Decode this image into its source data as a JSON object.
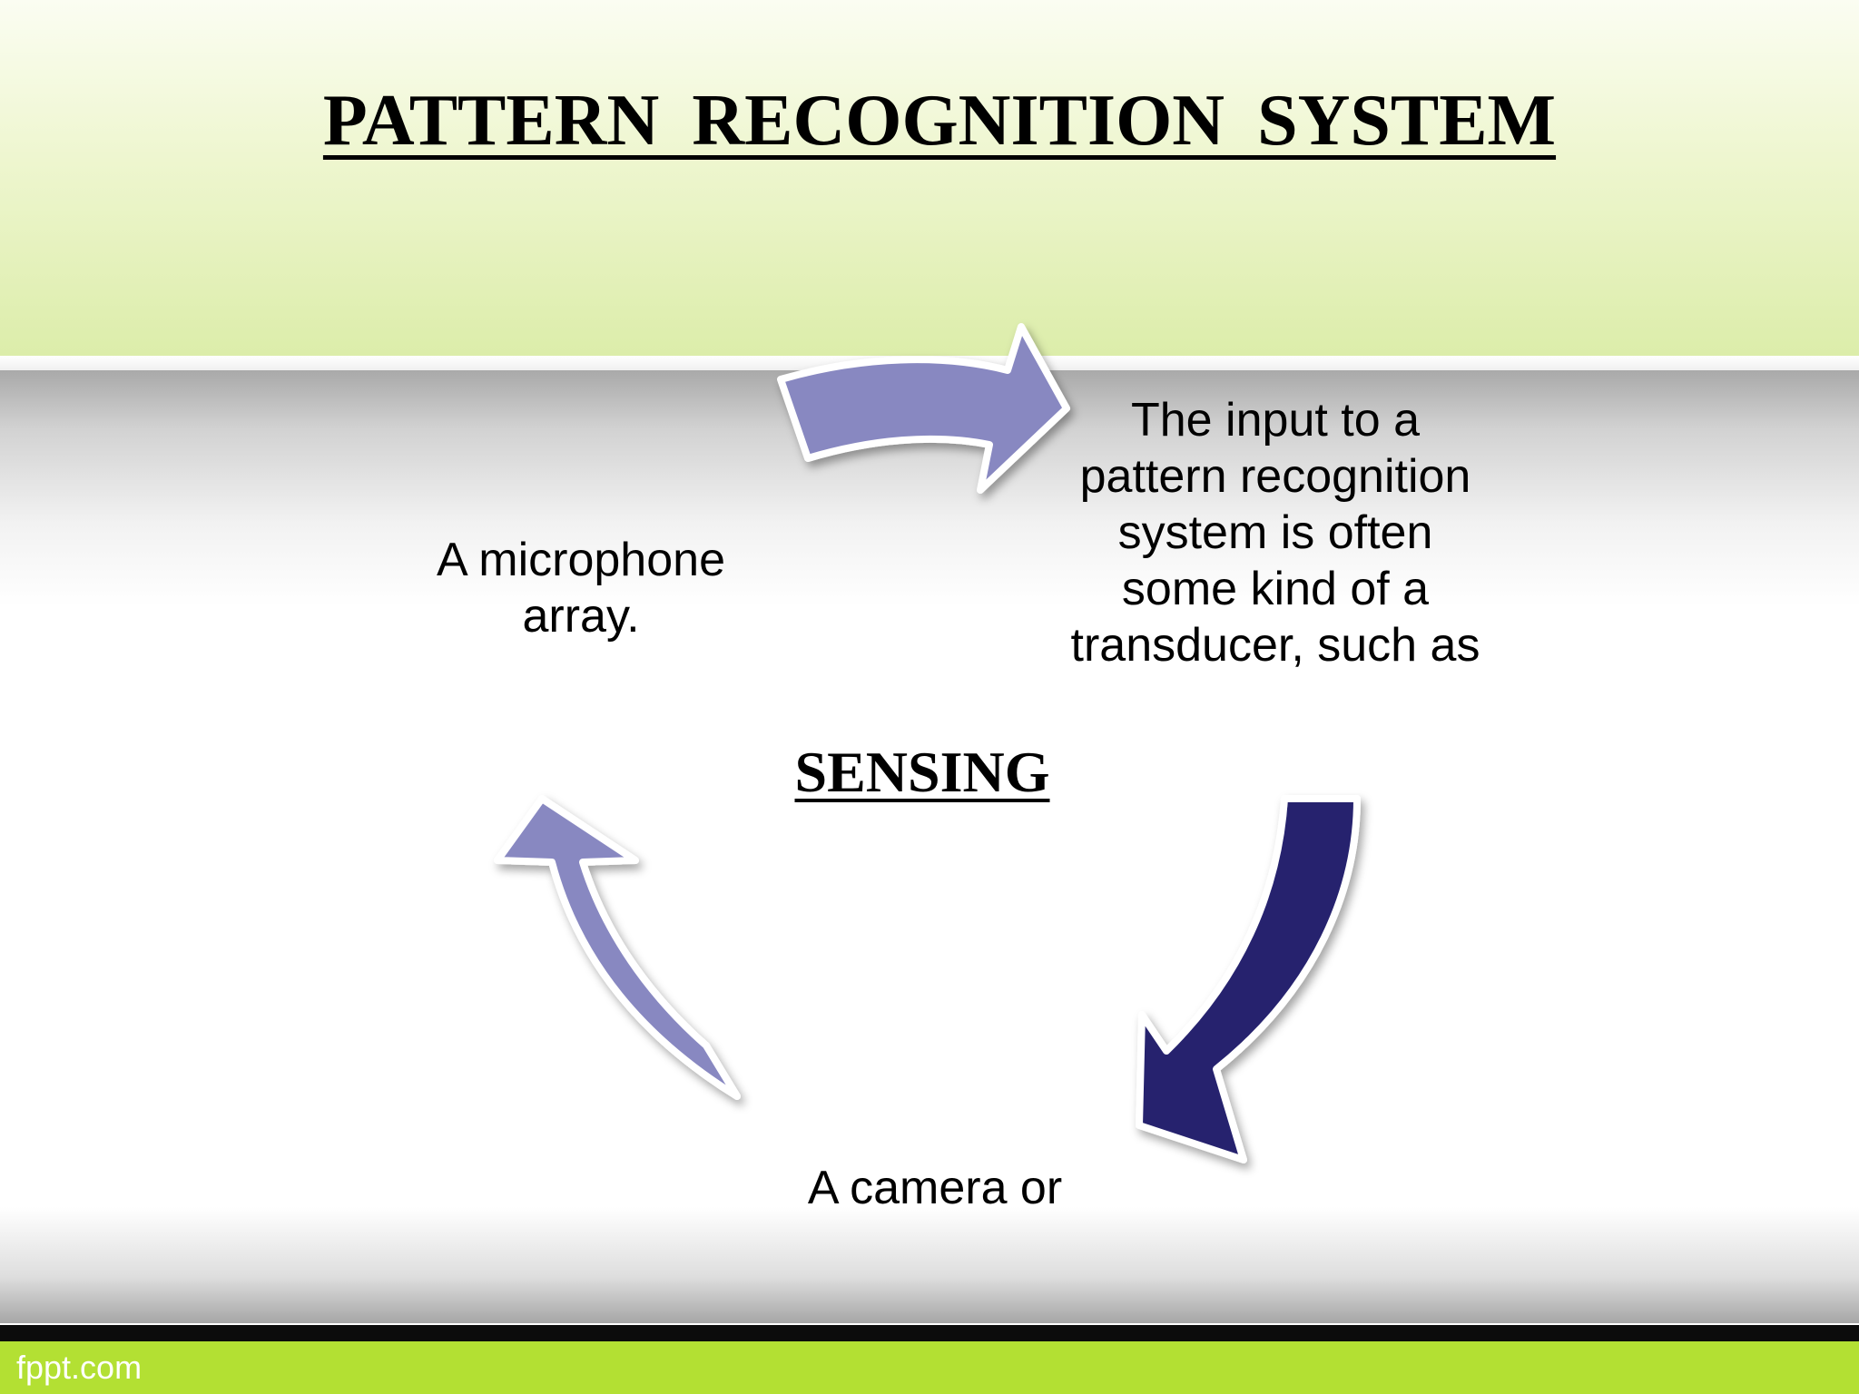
{
  "slide": {
    "title": "PATTERN  RECOGNITION  SYSTEM",
    "footer": "fppt.com"
  },
  "diagram": {
    "type": "cycle",
    "center_label": "SENSING",
    "nodes": [
      {
        "id": "top-right",
        "text": "The input to a pattern recognition system is often some kind of a transducer, such as"
      },
      {
        "id": "bottom",
        "text": "A camera or"
      },
      {
        "id": "left",
        "text": "A microphone array."
      }
    ],
    "arrows": [
      {
        "from": "left",
        "to": "top-right",
        "color": "#8888c1"
      },
      {
        "from": "top-right",
        "to": "bottom",
        "color": "#25226e"
      },
      {
        "from": "bottom",
        "to": "left",
        "color": "#8888c1"
      }
    ]
  },
  "colors": {
    "header_green": "#dcedaa",
    "footer_green": "#b3e033",
    "arrow_light": "#8888c1",
    "arrow_dark": "#25226e"
  }
}
